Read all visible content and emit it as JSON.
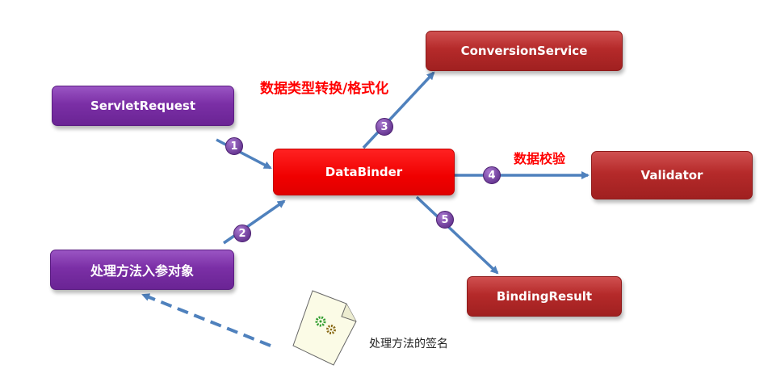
{
  "nodes": {
    "servlet_request": "ServletRequest",
    "handler_args": "处理方法入参对象",
    "data_binder": "DataBinder",
    "conversion_service": "ConversionService",
    "validator": "Validator",
    "binding_result": "BindingResult"
  },
  "labels": {
    "conversion": "数据类型转换/格式化",
    "validation": "数据校验",
    "signature": "处理方法的签名"
  },
  "steps": [
    "1",
    "2",
    "3",
    "4",
    "5"
  ],
  "colors": {
    "purple_box": "#7b2fa6",
    "dark_red_box": "#b52a2a",
    "bright_red_box": "#f00000",
    "arrow": "#4f81bd",
    "label_red": "#ff0000"
  },
  "icons": {
    "signature_document": "document-with-gears-icon"
  }
}
